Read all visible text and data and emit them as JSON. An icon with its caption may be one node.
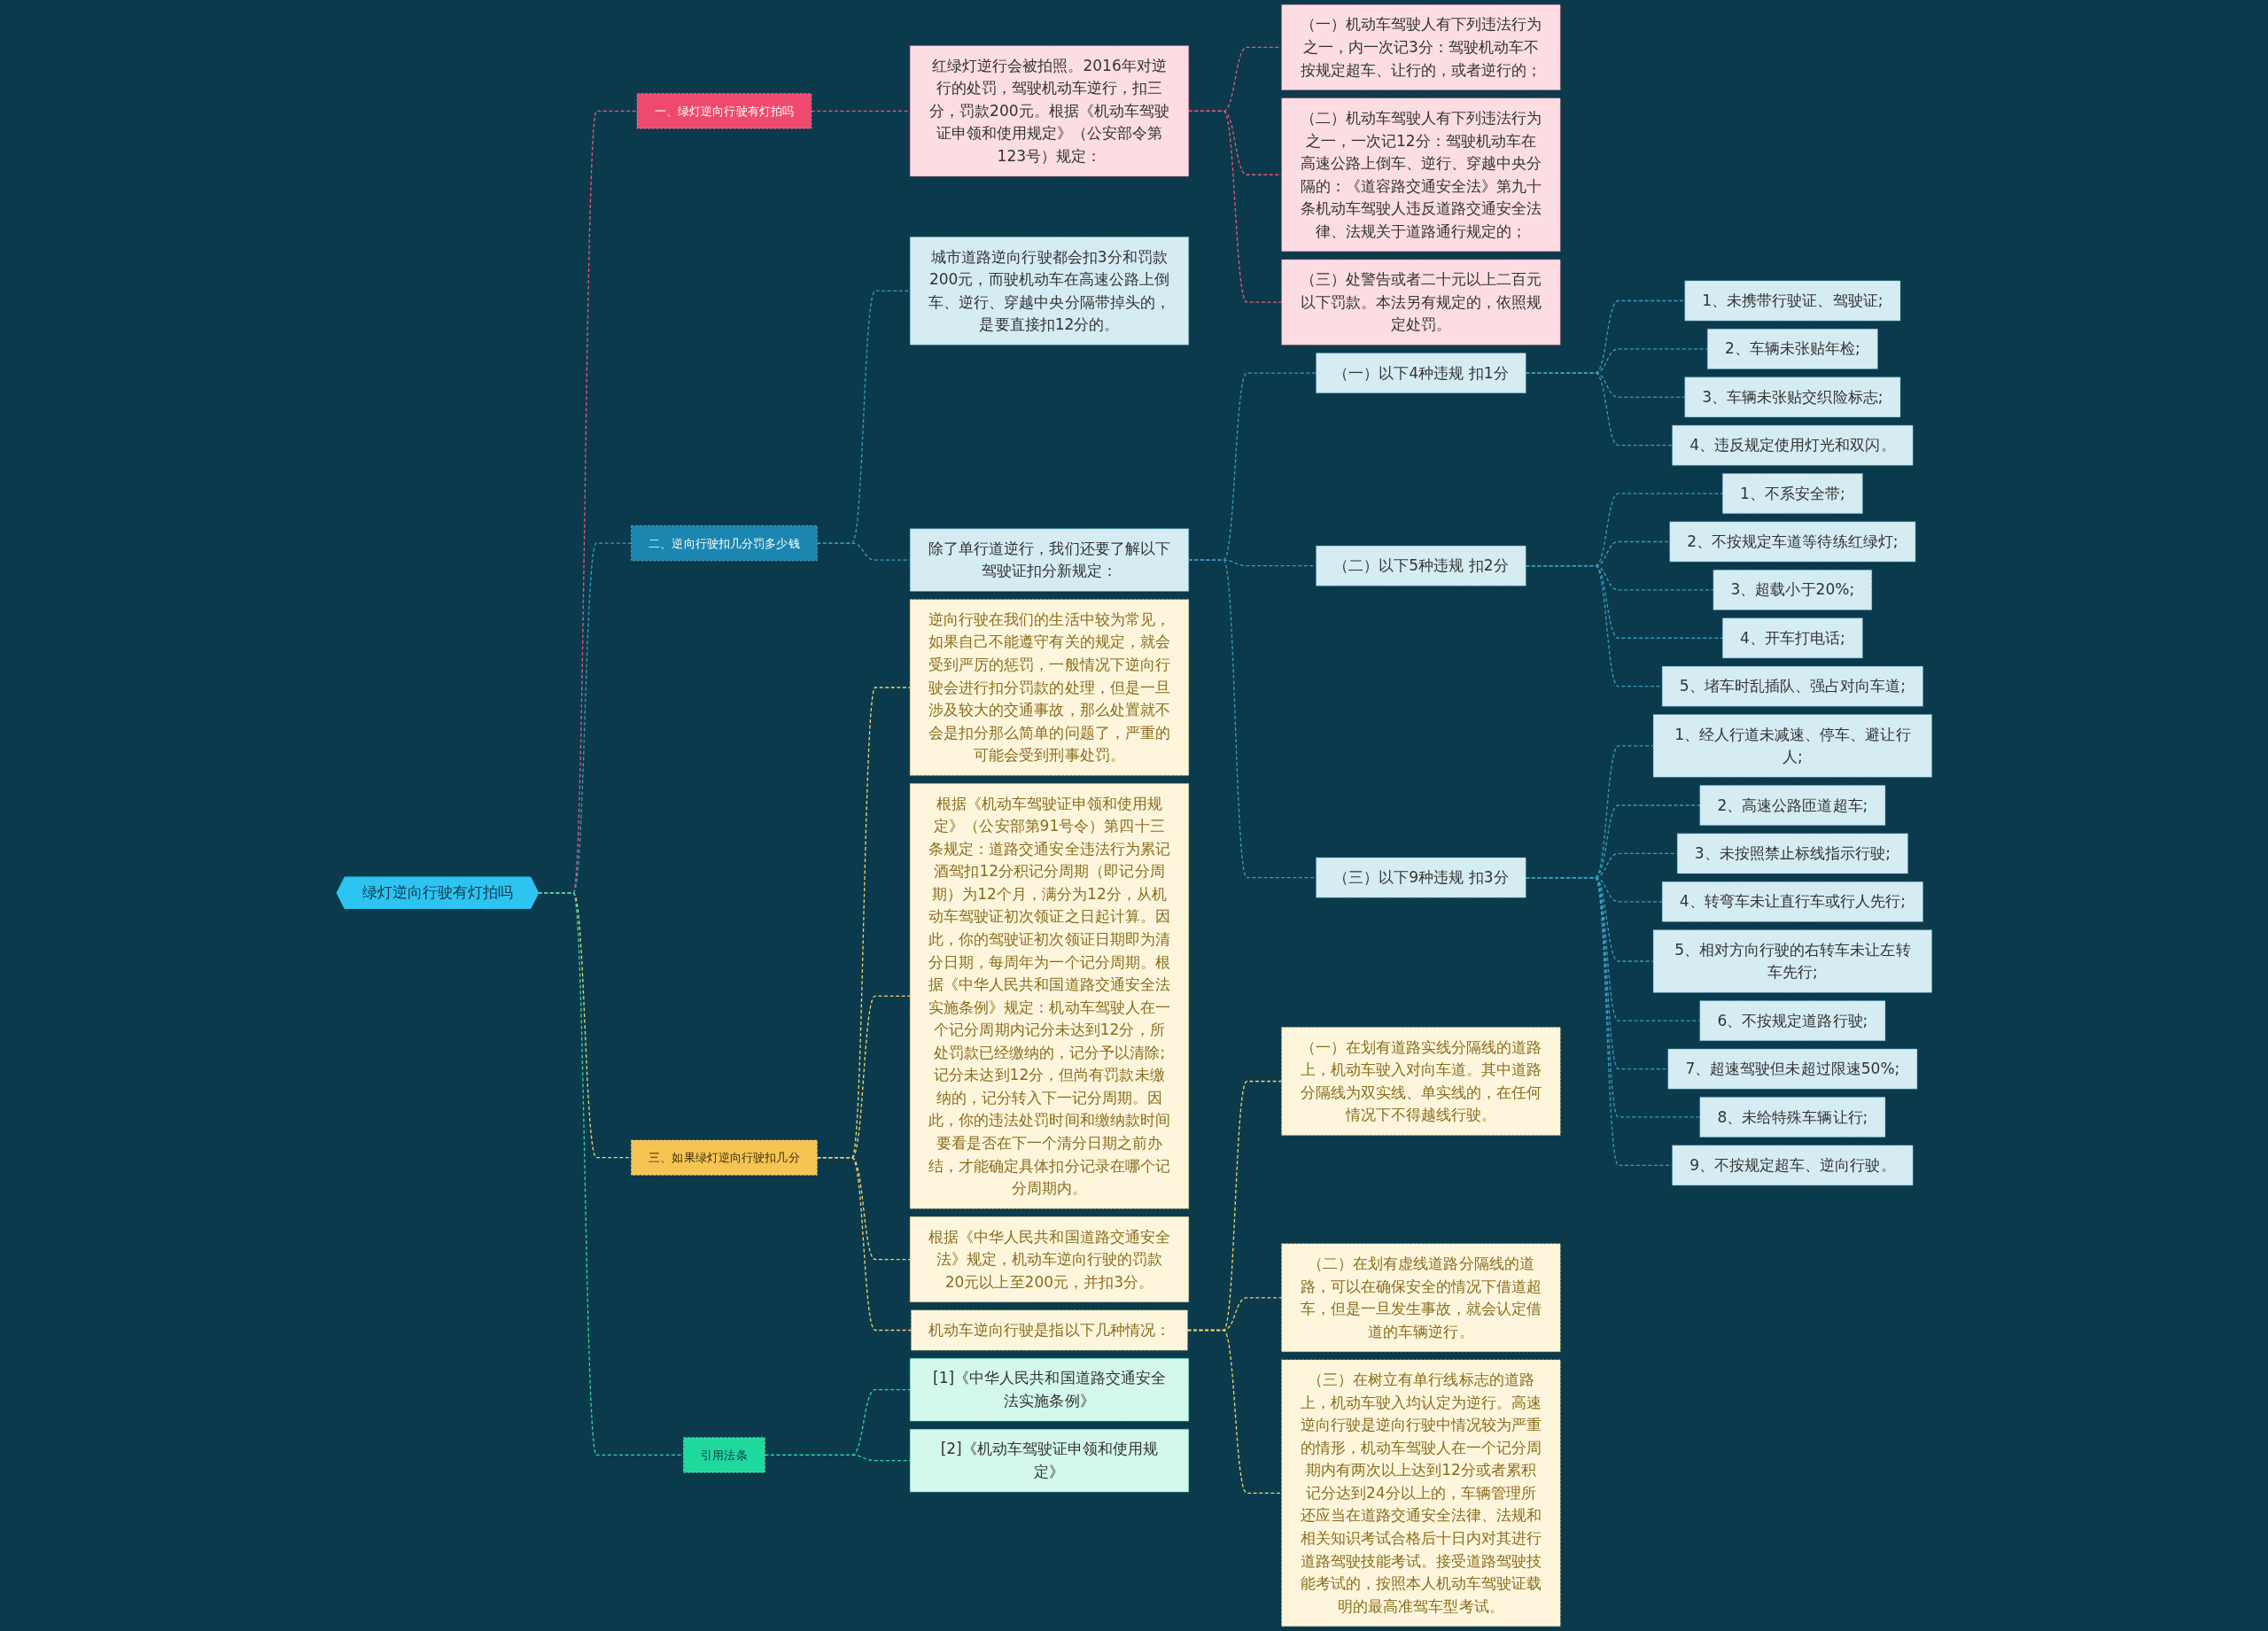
{
  "diagram": {
    "nodes": [
      {
        "text": [
          "绿灯逆向行驶有灯拍吗"
        ]
      },
      {
        "text": [
          "一、绿灯逆向行驶有灯拍吗"
        ]
      },
      {
        "text": [
          "红绿灯逆行会被拍照。2016年对逆行的处罚，驾驶机动车逆行，扣三分，罚款200元。根据《机动车驾驶证申领和使用规定》（公安部令第123号）规定："
        ]
      },
      {
        "text": [
          "（一）机动车驾驶人有下列违法行为之一，内一次记3分：驾驶机动车不按规定超车、让行的，或者逆行的；"
        ]
      },
      {
        "text": [
          "（二）机动车驾驶人有下列违法行为之一，一次记12分：驾驶机动车在高速公路上倒车、逆行、穿越中央分隔的：《道容路交通安全法》第九十条机动车驾驶人违反道路交通安全法律、法规关于道路通行规定的；"
        ]
      },
      {
        "text": [
          "（三）处警告或者二十元以上二百元以下罚款。本法另有规定的，依照规定处罚。"
        ]
      },
      {
        "text": [
          "二、逆向行驶扣几分罚多少钱"
        ]
      },
      {
        "text": [
          "城市道路逆向行驶都会扣3分和罚款200元，而驶机动车在高速公路上倒车、逆行、穿越中央分隔带掉头的，是要直接扣12分的。"
        ]
      },
      {
        "text": [
          "除了单行道逆行，我们还要了解以下驾驶证扣分新规定："
        ]
      },
      {
        "text": [
          "（一）以下4种违规 扣1分"
        ]
      },
      {
        "text": [
          "1、未携带行驶证、驾驶证;"
        ]
      },
      {
        "text": [
          "2、车辆未张贴年检;"
        ]
      },
      {
        "text": [
          "3、车辆未张贴交织险标志;"
        ]
      },
      {
        "text": [
          "4、违反规定使用灯光和双闪。"
        ]
      },
      {
        "text": [
          "（二）以下5种违规 扣2分"
        ]
      },
      {
        "text": [
          "1、不系安全带;"
        ]
      },
      {
        "text": [
          "2、不按规定车道等待练红绿灯;"
        ]
      },
      {
        "text": [
          "3、超载小于20%;"
        ]
      },
      {
        "text": [
          "4、开车打电话;"
        ]
      },
      {
        "text": [
          "5、堵车时乱插队、强占对向车道;"
        ]
      },
      {
        "text": [
          "（三）以下9种违规 扣3分"
        ]
      },
      {
        "text": [
          "1、经人行道未减速、停车、避让行人;"
        ]
      },
      {
        "text": [
          "2、高速公路匝道超车;"
        ]
      },
      {
        "text": [
          "3、未按照禁止标线指示行驶;"
        ]
      },
      {
        "text": [
          "4、转弯车未让直行车或行人先行;"
        ]
      },
      {
        "text": [
          "5、相对方向行驶的右转车未让左转车先行;"
        ]
      },
      {
        "text": [
          "6、不按规定道路行驶;"
        ]
      },
      {
        "text": [
          "7、超速驾驶但未超过限速50%;"
        ]
      },
      {
        "text": [
          "8、未给特殊车辆让行;"
        ]
      },
      {
        "text": [
          "9、不按规定超车、逆向行驶。"
        ]
      },
      {
        "text": [
          "三、如果绿灯逆向行驶扣几分"
        ]
      },
      {
        "text": [
          "逆向行驶在我们的生活中较为常见，如果自己不能遵守有关的规定，就会受到严厉的惩罚，一般情况下逆向行驶会进行扣分罚款的处理，但是一旦涉及较大的交通事故，那么处置就不会是扣分那么简单的问题了，严重的可能会受到刑事处罚。"
        ]
      },
      {
        "text": [
          "根据《机动车驾驶证申领和使用规定》（公安部第91号令）第四十三条规定：道路交通安全违法行为累记酒驾扣12分积记分周期（即记分周期）为12个月，满分为12分，从机动车驾驶证初次领证之日起计算。因此，你的驾驶证初次领证日期即为清分日期，每周年为一个记分周期。根据《中华人民共和国道路交通安全法实施条例》规定：机动车驾驶人在一个记分周期内记分未达到12分，所处罚款已经缴纳的，记分予以清除;记分未达到12分，但尚有罚款未缴纳的，记分转入下一记分周期。因此，你的违法处罚时间和缴纳款时间要看是否在下一个清分日期之前办结，才能确定具体扣分记录在哪个记分周期内。"
        ]
      },
      {
        "text": [
          "根据《中华人民共和国道路交通安全法》规定，机动车逆向行驶的罚款20元以上至200元，并扣3分。"
        ]
      },
      {
        "text": [
          "机动车逆向行驶是指以下几种情况："
        ]
      },
      {
        "text": [
          "（一）在划有道路实线分隔线的道路上，机动车驶入对向车道。其中道路分隔线为双实线、单实线的，在任何情况下不得越线行驶。"
        ]
      },
      {
        "text": [
          "（二）在划有虚线道路分隔线的道路，可以在确保安全的情况下借道超车，但是一旦发生事故，就会认定借道的车辆逆行。"
        ]
      },
      {
        "text": [
          "（三）在树立有单行线标志的道路上，机动车驶入均认定为逆行。高速逆向行驶是逆向行驶中情况较为严重的情形，机动车驾驶人在一个记分周期内有两次以上达到12分或者累积记分达到24分以上的，车辆管理所还应当在道路交通安全法律、法规和相关知识考试合格后十日内对其进行道路驾驶技能考试。接受道路驾驶技能考试的，按照本人机动车驾驶证载明的最高准驾车型考试。"
        ]
      },
      {
        "text": [
          "引用法条"
        ]
      },
      {
        "text": [
          "[1]《中华人民共和国道路交通安全法实施条例》"
        ]
      },
      {
        "text": [
          "[2]《机动车驾驶证申领和使用规定》"
        ]
      }
    ],
    "edges": [
      {
        "from": 0,
        "to": 1,
        "arrow": "none",
        "style": "dashed",
        "color": "#e8587a"
      },
      {
        "from": 1,
        "to": 2,
        "arrow": "none",
        "style": "dashed",
        "color": "#e8587a"
      },
      {
        "from": 2,
        "to": 3,
        "arrow": "none",
        "style": "dashed",
        "color": "#e8587a"
      },
      {
        "from": 2,
        "to": 4,
        "arrow": "none",
        "style": "dashed",
        "color": "#e8587a"
      },
      {
        "from": 2,
        "to": 5,
        "arrow": "none",
        "style": "dashed",
        "color": "#e8587a"
      },
      {
        "from": 0,
        "to": 6,
        "arrow": "none",
        "style": "dashed"
      },
      {
        "from": 6,
        "to": 7,
        "arrow": "none",
        "style": "dashed"
      },
      {
        "from": 6,
        "to": 8,
        "arrow": "none",
        "style": "dashed"
      },
      {
        "from": 8,
        "to": 9,
        "arrow": "none",
        "style": "dashed"
      },
      {
        "from": 9,
        "to": 10,
        "arrow": "none",
        "style": "dashed"
      },
      {
        "from": 9,
        "to": 11,
        "arrow": "none",
        "style": "dashed"
      },
      {
        "from": 9,
        "to": 12,
        "arrow": "none",
        "style": "dashed"
      },
      {
        "from": 9,
        "to": 13,
        "arrow": "none",
        "style": "dashed"
      },
      {
        "from": 8,
        "to": 14,
        "arrow": "none",
        "style": "dashed"
      },
      {
        "from": 14,
        "to": 15,
        "arrow": "none",
        "style": "dashed"
      },
      {
        "from": 14,
        "to": 16,
        "arrow": "none",
        "style": "dashed"
      },
      {
        "from": 14,
        "to": 17,
        "arrow": "none",
        "style": "dashed"
      },
      {
        "from": 14,
        "to": 18,
        "arrow": "none",
        "style": "dashed"
      },
      {
        "from": 14,
        "to": 19,
        "arrow": "none",
        "style": "dashed"
      },
      {
        "from": 8,
        "to": 20,
        "arrow": "none",
        "style": "dashed"
      },
      {
        "from": 20,
        "to": 21,
        "arrow": "none",
        "style": "dashed"
      },
      {
        "from": 20,
        "to": 22,
        "arrow": "none",
        "style": "dashed"
      },
      {
        "from": 20,
        "to": 23,
        "arrow": "none",
        "style": "dashed"
      },
      {
        "from": 20,
        "to": 24,
        "arrow": "none",
        "style": "dashed"
      },
      {
        "from": 20,
        "to": 25,
        "arrow": "none",
        "style": "dashed"
      },
      {
        "from": 20,
        "to": 26,
        "arrow": "none",
        "style": "dashed"
      },
      {
        "from": 20,
        "to": 27,
        "arrow": "none",
        "style": "dashed"
      },
      {
        "from": 20,
        "to": 28,
        "arrow": "none",
        "style": "dashed"
      },
      {
        "from": 20,
        "to": 29,
        "arrow": "none",
        "style": "dashed"
      },
      {
        "from": 0,
        "to": 30,
        "arrow": "none",
        "style": "dashed",
        "color": "#f2d46a"
      },
      {
        "from": 30,
        "to": 31,
        "arrow": "none",
        "style": "dashed",
        "color": "#f2d46a"
      },
      {
        "from": 30,
        "to": 32,
        "arrow": "none",
        "style": "dashed",
        "color": "#f2d46a"
      },
      {
        "from": 30,
        "to": 33,
        "arrow": "none",
        "style": "dashed",
        "color": "#f2d46a"
      },
      {
        "from": 30,
        "to": 34,
        "arrow": "none",
        "style": "dashed",
        "color": "#f2d46a"
      },
      {
        "from": 34,
        "to": 35,
        "arrow": "none",
        "style": "dashed",
        "color": "#f2d46a"
      },
      {
        "from": 34,
        "to": 36,
        "arrow": "none",
        "style": "dashed",
        "color": "#f2d46a"
      },
      {
        "from": 34,
        "to": 37,
        "arrow": "none",
        "style": "dashed",
        "color": "#f2d46a"
      },
      {
        "from": 0,
        "to": 38,
        "arrow": "none",
        "style": "dashed",
        "color": "#2fd8a0"
      },
      {
        "from": 38,
        "to": 39,
        "arrow": "none",
        "style": "dashed",
        "color": "#2fd8a0"
      },
      {
        "from": 38,
        "to": 40,
        "arrow": "none",
        "style": "dashed",
        "color": "#2fd8a0"
      }
    ]
  }
}
